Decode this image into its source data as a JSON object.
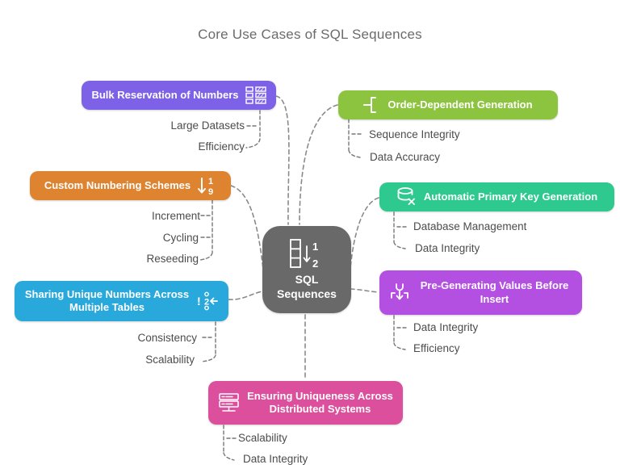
{
  "title": "Core Use Cases of SQL Sequences",
  "center": {
    "label": "SQL Sequences",
    "color": "#696969",
    "icon": "sequence-column-icon"
  },
  "colors": {
    "connector": "#8a8a8a",
    "sub_label_text": "#4c4c4c",
    "title_text": "#6b6b6b"
  },
  "branches": [
    {
      "label": "Bulk Reservation of Numbers",
      "color": "#7D62E8",
      "icon": "numbered-list-icon",
      "children": [
        "Large Datasets",
        "Efficiency"
      ]
    },
    {
      "label": "Custom Numbering Schemes",
      "color": "#DE8431",
      "icon": "descending-1-9-icon",
      "children": [
        "Increment",
        "Cycling",
        "Reseeding"
      ]
    },
    {
      "label": "Sharing Unique Numbers Across Multiple Tables",
      "color": "#29A8DC",
      "icon": "shared-number-icon",
      "children": [
        "Consistency",
        "Scalability"
      ]
    },
    {
      "label": "Order-Dependent Generation",
      "color": "#8CC43F",
      "icon": "bracket-sequence-icon",
      "children": [
        "Sequence Integrity",
        "Data Accuracy"
      ]
    },
    {
      "label": "Automatic Primary Key Generation",
      "color": "#2EC98E",
      "icon": "database-x-icon",
      "children": [
        "Database Management",
        "Data Integrity"
      ]
    },
    {
      "label": "Pre-Generating Values Before Insert",
      "color": "#B350E2",
      "icon": "insert-values-icon",
      "children": [
        "Data Integrity",
        "Efficiency"
      ]
    },
    {
      "label": "Ensuring Uniqueness Across Distributed Systems",
      "color": "#DB4F9D",
      "icon": "server-icon",
      "children": [
        "Scalability",
        "Data Integrity"
      ]
    }
  ]
}
